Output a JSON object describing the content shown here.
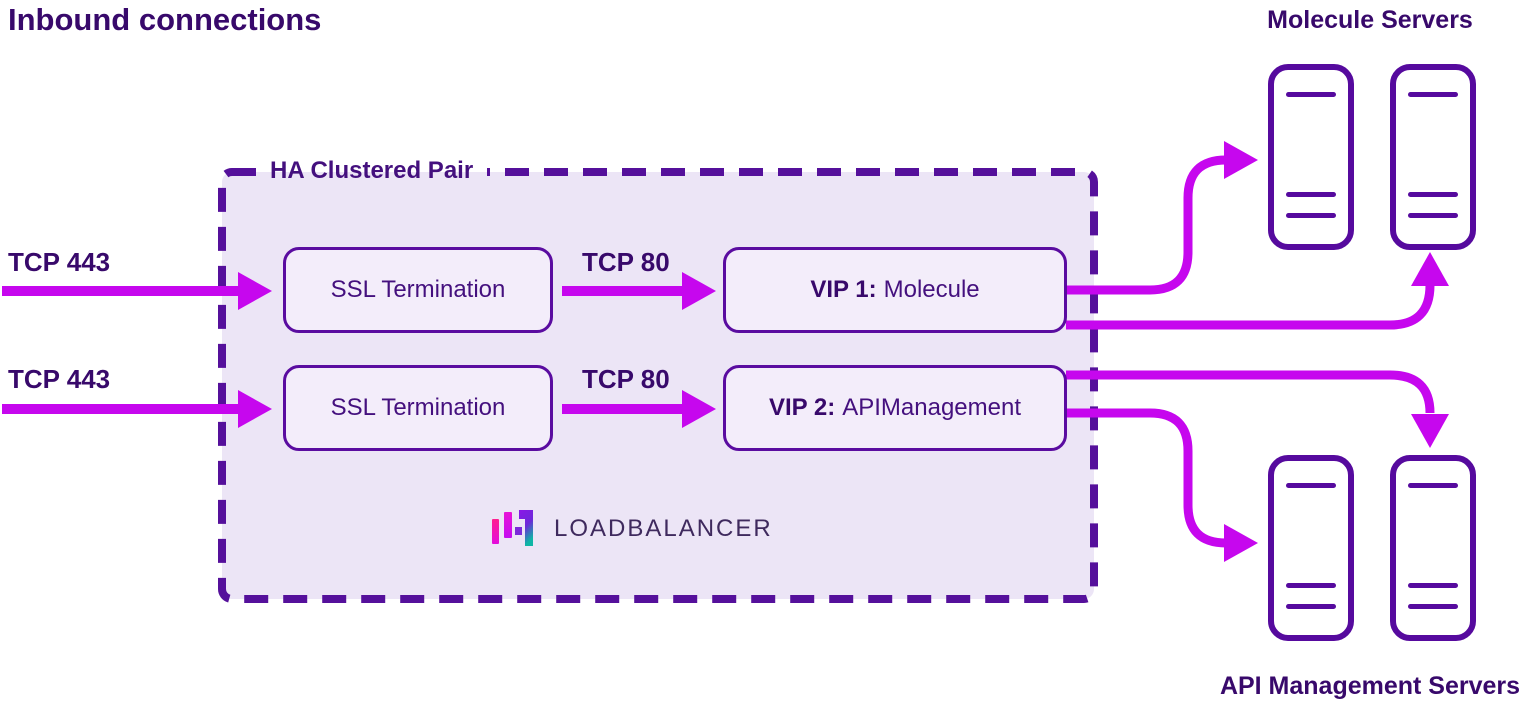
{
  "title": "Inbound connections",
  "inbound": {
    "labels": [
      "TCP 443",
      "TCP 443"
    ]
  },
  "cluster": {
    "label": "HA Clustered Pair",
    "ssl_boxes": [
      "SSL Termination",
      "SSL Termination"
    ],
    "tcp80_labels": [
      "TCP 80",
      "TCP 80"
    ],
    "vip_boxes": [
      {
        "name": "VIP 1:",
        "target": "Molecule"
      },
      {
        "name": "VIP 2:",
        "target": "APIManagement"
      }
    ],
    "logo_text": "LOADBALANCER"
  },
  "server_groups": [
    {
      "label": "Molecule Servers",
      "server_count": 2
    },
    {
      "label": "API Management Servers",
      "server_count": 2
    }
  ],
  "colors": {
    "accent_magenta": "#c607ee",
    "deep_purple_border": "#55109b",
    "box_border_purple": "#5a0ca0",
    "text_purple": "#38096b",
    "panel_fill": "#ece5f6",
    "logo_teal": "#0fb5a6"
  }
}
